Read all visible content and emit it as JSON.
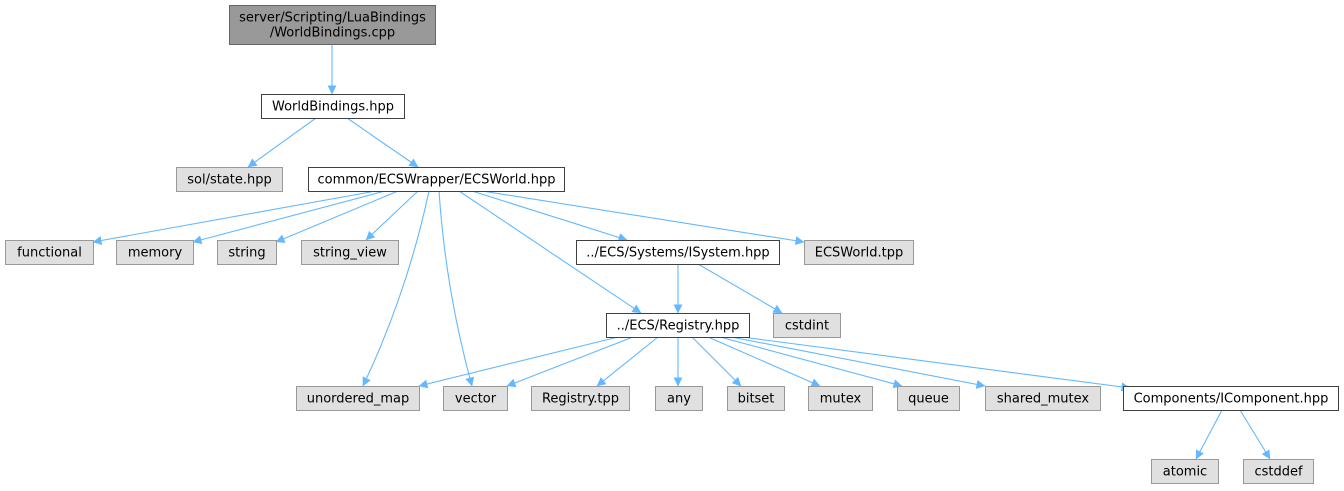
{
  "colors": {
    "edge": "#63b8ff",
    "root_fill": "#999999",
    "root_stroke": "#666666",
    "documented_fill": "#ffffff",
    "documented_stroke": "#404040",
    "external_fill": "#e0e0e0",
    "external_stroke": "#999999",
    "text": "#000000"
  },
  "diagram": {
    "nodes": [
      {
        "id": "root",
        "lines": [
          "server/Scripting/LuaBindings",
          "/WorldBindings.cpp"
        ],
        "style": "root"
      },
      {
        "id": "worldbindings_hpp",
        "lines": [
          "WorldBindings.hpp"
        ],
        "style": "documented"
      },
      {
        "id": "sol_state",
        "lines": [
          "sol/state.hpp"
        ],
        "style": "external"
      },
      {
        "id": "ecsworld_hpp",
        "lines": [
          "common/ECSWrapper/ECSWorld.hpp"
        ],
        "style": "documented"
      },
      {
        "id": "functional",
        "lines": [
          "functional"
        ],
        "style": "external"
      },
      {
        "id": "memory",
        "lines": [
          "memory"
        ],
        "style": "external"
      },
      {
        "id": "string",
        "lines": [
          "string"
        ],
        "style": "external"
      },
      {
        "id": "string_view",
        "lines": [
          "string_view"
        ],
        "style": "external"
      },
      {
        "id": "isystem",
        "lines": [
          "../ECS/Systems/ISystem.hpp"
        ],
        "style": "documented"
      },
      {
        "id": "ecsworld_tpp",
        "lines": [
          "ECSWorld.tpp"
        ],
        "style": "external"
      },
      {
        "id": "registry_hpp",
        "lines": [
          "../ECS/Registry.hpp"
        ],
        "style": "documented"
      },
      {
        "id": "cstdint",
        "lines": [
          "cstdint"
        ],
        "style": "external"
      },
      {
        "id": "unordered_map",
        "lines": [
          "unordered_map"
        ],
        "style": "external"
      },
      {
        "id": "vector",
        "lines": [
          "vector"
        ],
        "style": "external"
      },
      {
        "id": "registry_tpp",
        "lines": [
          "Registry.tpp"
        ],
        "style": "external"
      },
      {
        "id": "any",
        "lines": [
          "any"
        ],
        "style": "external"
      },
      {
        "id": "bitset",
        "lines": [
          "bitset"
        ],
        "style": "external"
      },
      {
        "id": "mutex",
        "lines": [
          "mutex"
        ],
        "style": "external"
      },
      {
        "id": "queue",
        "lines": [
          "queue"
        ],
        "style": "external"
      },
      {
        "id": "shared_mutex",
        "lines": [
          "shared_mutex"
        ],
        "style": "external"
      },
      {
        "id": "icomponent",
        "lines": [
          "Components/IComponent.hpp"
        ],
        "style": "documented"
      },
      {
        "id": "atomic",
        "lines": [
          "atomic"
        ],
        "style": "external"
      },
      {
        "id": "cstddef",
        "lines": [
          "cstddef"
        ],
        "style": "external"
      }
    ],
    "edges": [
      {
        "from": "root",
        "to": "worldbindings_hpp"
      },
      {
        "from": "worldbindings_hpp",
        "to": "sol_state"
      },
      {
        "from": "worldbindings_hpp",
        "to": "ecsworld_hpp"
      },
      {
        "from": "ecsworld_hpp",
        "to": "functional"
      },
      {
        "from": "ecsworld_hpp",
        "to": "memory"
      },
      {
        "from": "ecsworld_hpp",
        "to": "string"
      },
      {
        "from": "ecsworld_hpp",
        "to": "string_view"
      },
      {
        "from": "ecsworld_hpp",
        "to": "isystem"
      },
      {
        "from": "ecsworld_hpp",
        "to": "ecsworld_tpp"
      },
      {
        "from": "ecsworld_hpp",
        "to": "registry_hpp"
      },
      {
        "from": "ecsworld_hpp",
        "to": "unordered_map"
      },
      {
        "from": "ecsworld_hpp",
        "to": "vector"
      },
      {
        "from": "isystem",
        "to": "registry_hpp"
      },
      {
        "from": "isystem",
        "to": "cstdint"
      },
      {
        "from": "registry_hpp",
        "to": "unordered_map"
      },
      {
        "from": "registry_hpp",
        "to": "vector"
      },
      {
        "from": "registry_hpp",
        "to": "registry_tpp"
      },
      {
        "from": "registry_hpp",
        "to": "any"
      },
      {
        "from": "registry_hpp",
        "to": "bitset"
      },
      {
        "from": "registry_hpp",
        "to": "mutex"
      },
      {
        "from": "registry_hpp",
        "to": "queue"
      },
      {
        "from": "registry_hpp",
        "to": "shared_mutex"
      },
      {
        "from": "registry_hpp",
        "to": "icomponent"
      },
      {
        "from": "icomponent",
        "to": "atomic"
      },
      {
        "from": "icomponent",
        "to": "cstddef"
      }
    ]
  }
}
